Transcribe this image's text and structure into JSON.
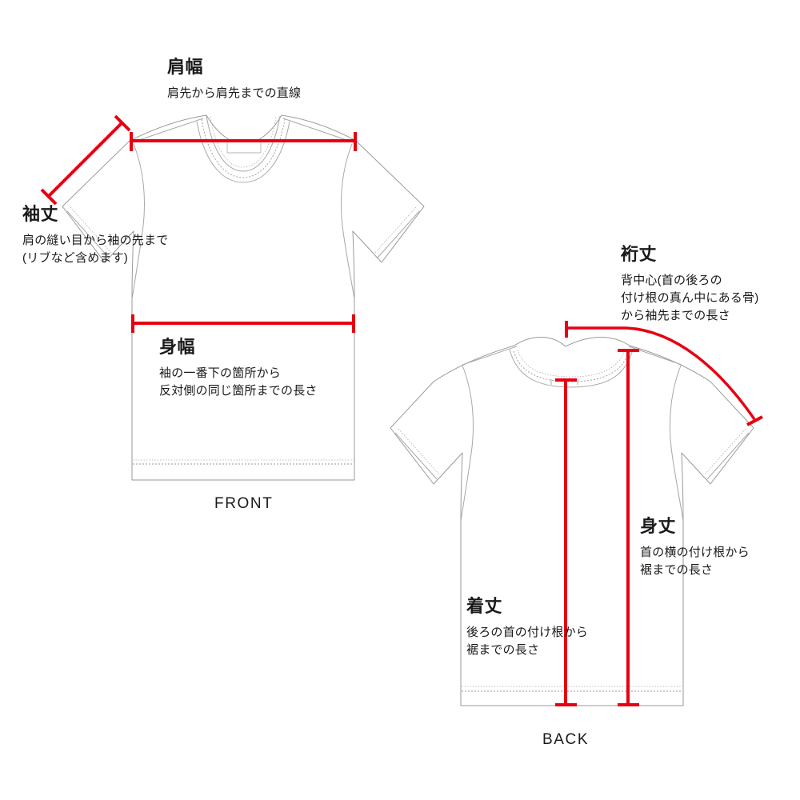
{
  "page": {
    "background_color": "#ffffff",
    "accent_color": "#e60012",
    "line_color": "#9a9a9a",
    "text_color": "#1a1a1a"
  },
  "views": {
    "front": {
      "caption": "FRONT"
    },
    "back": {
      "caption": "BACK"
    }
  },
  "measurements": [
    {
      "id": "shoulder-width",
      "title": "肩幅",
      "description": "肩先から肩先までの直線",
      "view": "front"
    },
    {
      "id": "sleeve-length",
      "title": "袖丈",
      "description_line1": "肩の縫い目から袖の先まで",
      "description_line2": "(リブなど含めます)",
      "view": "front"
    },
    {
      "id": "body-width",
      "title": "身幅",
      "description_line1": "袖の一番下の箇所から",
      "description_line2": "反対側の同じ箇所までの長さ",
      "view": "front"
    },
    {
      "id": "sleeve-span",
      "title": "裄丈",
      "description_line1": "背中心(首の後ろの",
      "description_line2": "付け根の真ん中にある骨)",
      "description_line3": "から袖先までの長さ",
      "view": "back"
    },
    {
      "id": "body-length-shoulder",
      "title": "身丈",
      "description_line1": "首の横の付け根から",
      "description_line2": "裾までの長さ",
      "view": "back"
    },
    {
      "id": "garment-length",
      "title": "着丈",
      "description_line1": "後ろの首の付け根から",
      "description_line2": "裾までの長さ",
      "view": "back"
    }
  ]
}
